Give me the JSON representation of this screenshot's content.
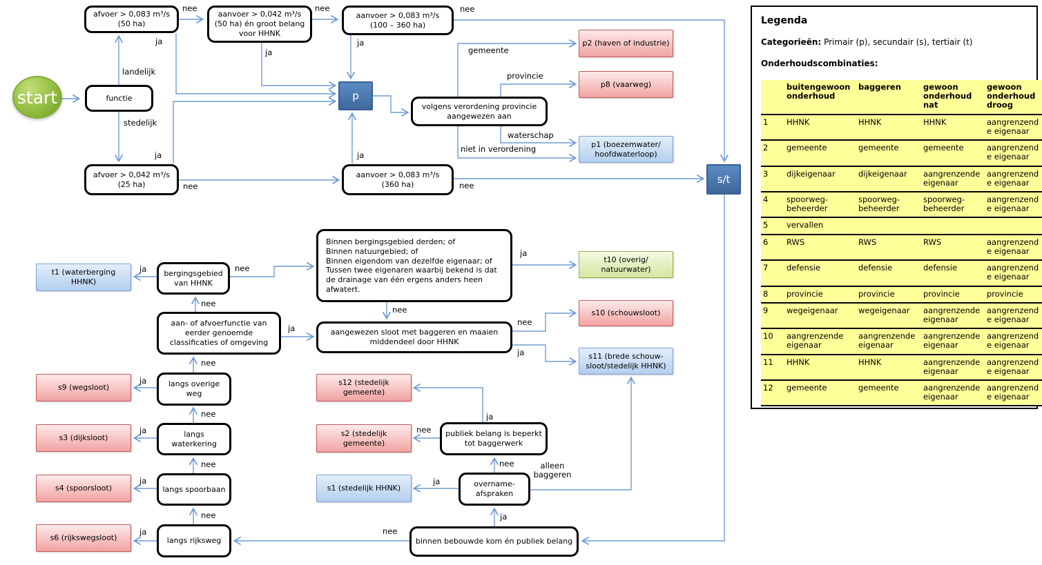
{
  "labels": {
    "ja": "ja",
    "nee": "nee",
    "landelijk": "landelijk",
    "stedelijk": "stedelijk",
    "gemeente": "gemeente",
    "provincie": "provincie",
    "waterschap": "waterschap",
    "niet_in_verordening": "niet in verordening",
    "alleen_baggeren": "alleen baggeren"
  },
  "nodes": {
    "start": {
      "label": "start"
    },
    "functie": {
      "label": "functie"
    },
    "afvoer_50": {
      "label": "afvoer > 0,083 m³/s (50 ha)"
    },
    "aanvoer_50_belang": {
      "label": "aanvoer > 0,042 m³/s (50 ha) én groot belang voor HHNK"
    },
    "aanvoer_100_360": {
      "label": "aanvoer > 0,083 m³/s (100 – 360 ha)"
    },
    "afvoer_25": {
      "label": "afvoer > 0,042 m³/s (25 ha)"
    },
    "aanvoer_360": {
      "label": "aanvoer > 0,083 m³/s (360 ha)"
    },
    "p": {
      "label": "p"
    },
    "st": {
      "label": "s/t"
    },
    "volgens_verordening": {
      "label": "volgens verordening provincie aangewezen aan"
    },
    "p2": {
      "label": "p2 (haven of industrie)"
    },
    "p8": {
      "label": "p8 (vaarweg)"
    },
    "p1": {
      "label": "p1 (boezemwater/ hoofdwaterloop)"
    },
    "t1": {
      "label": "t1 (waterberging HHNK)"
    },
    "bergingsgebied": {
      "label": "bergingsgebied van HHNK"
    },
    "criteria": {
      "lines": [
        "Binnen bergingsgebied derden; of",
        "Binnen natuurgebied; of",
        "Binnen eigendom van dezelfde eigenaar; of",
        "Tussen twee eigenaren waarbij bekend is dat de drainage van één ergens anders heen afwatert."
      ]
    },
    "t10": {
      "label": "t10 (overig/ natuurwater)"
    },
    "aan_afvoerfunctie": {
      "label": "aan- of afvoerfunctie van eerder genoemde classificaties of omgeving"
    },
    "aangewezen_sloot": {
      "label": "aangewezen sloot met baggeren en maaien middendeel door HHNK"
    },
    "s10": {
      "label": "s10 (schouwsloot)"
    },
    "s11": {
      "label": "s11 (brede schouw­sloot/stedelijk HHNK)"
    },
    "s9": {
      "label": "s9 (wegsloot)"
    },
    "langs_overige_weg": {
      "label": "langs overige weg"
    },
    "s3": {
      "label": "s3 (dijksloot)"
    },
    "langs_waterkering": {
      "label": "langs waterkering"
    },
    "s4": {
      "label": "s4 (spoorsloot)"
    },
    "langs_spoorbaan": {
      "label": "langs spoorbaan"
    },
    "s6": {
      "label": "s6 (rijkswegsloot)"
    },
    "langs_rijksweg": {
      "label": "langs rijksweg"
    },
    "s12": {
      "label": "s12 (stedelijk gemeente)"
    },
    "s2": {
      "label": "s2 (stedelijk gemeente)"
    },
    "publiek_belang": {
      "label": "publiek belang is beperkt tot baggerwerk"
    },
    "s1": {
      "label": "s1 (stedelijk HHNK)"
    },
    "overname": {
      "label": "overname- afspraken"
    },
    "binnen_bebouwde_kom": {
      "label": "binnen bebouwde kom én publiek belang"
    }
  },
  "legend": {
    "title": "Legenda",
    "categories_label": "Categorieën:",
    "categories_text": "Primair (p), secundair (s), tertiair (t)",
    "subtitle": "Onderhoudscombinaties:",
    "table": {
      "headers": [
        "buitengewoon onderhoud",
        "baggeren",
        "gewoon onderhoud nat",
        "gewoon onderhoud droog"
      ],
      "rows": [
        {
          "n": "1",
          "cols": [
            "HHNK",
            "HHNK",
            "HHNK",
            "aangrenzende eigenaar"
          ]
        },
        {
          "n": "2",
          "cols": [
            "gemeente",
            "gemeente",
            "gemeente",
            "aangrenzende eigenaar"
          ]
        },
        {
          "n": "3",
          "cols": [
            "dijkeigenaar",
            "dijkeigenaar",
            "aangrenzende eigenaar",
            "aangrenzende eigenaar"
          ]
        },
        {
          "n": "4",
          "cols": [
            "spoorweg-beheerder",
            "spoorweg-beheerder",
            "spoorweg-beheerder",
            "aangrenzende eigenaar"
          ]
        },
        {
          "n": "5",
          "cols": [
            "vervallen",
            "",
            "",
            ""
          ]
        },
        {
          "n": "6",
          "cols": [
            "RWS",
            "RWS",
            "RWS",
            "aangrenzende eigenaar"
          ]
        },
        {
          "n": "7",
          "cols": [
            "defensie",
            "defensie",
            "defensie",
            "aangrenzende eigenaar"
          ]
        },
        {
          "n": "8",
          "cols": [
            "provincie",
            "provincie",
            "provincie",
            "provincie"
          ]
        },
        {
          "n": "9",
          "cols": [
            "wegeigenaar",
            "wegeigenaar",
            "aangrenzende eigenaar",
            "aangrenzende eigenaar"
          ]
        },
        {
          "n": "10",
          "cols": [
            "aangrenzende eigenaar",
            "aangrenzende eigenaar",
            "aangrenzende eigenaar",
            "aangrenzende eigenaar"
          ]
        },
        {
          "n": "11",
          "cols": [
            "HHNK",
            "HHNK",
            "aangrenzende eigenaar",
            "aangrenzende eigenaar"
          ]
        },
        {
          "n": "12",
          "cols": [
            "gemeente",
            "gemeente",
            "aangrenzende eigenaar",
            "aangrenzende eigenaar"
          ]
        }
      ]
    }
  }
}
